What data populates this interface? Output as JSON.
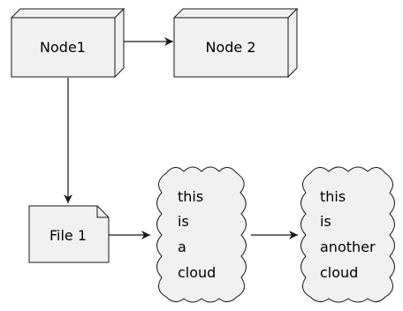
{
  "diagram": {
    "nodes": {
      "node1": {
        "label": "Node1",
        "shape": "node-3d-box"
      },
      "node2": {
        "label": "Node 2",
        "shape": "node-3d-box"
      },
      "file1": {
        "label": "File 1",
        "shape": "file-folded-corner"
      },
      "cloud1": {
        "lines": [
          "this",
          "is",
          "a",
          "cloud"
        ],
        "shape": "cloud"
      },
      "cloud2": {
        "lines": [
          "this",
          "is",
          "another",
          "cloud"
        ],
        "shape": "cloud"
      }
    },
    "edges": [
      {
        "from": "node1",
        "to": "node2"
      },
      {
        "from": "node1",
        "to": "file1"
      },
      {
        "from": "file1",
        "to": "cloud1"
      },
      {
        "from": "cloud1",
        "to": "cloud2"
      }
    ],
    "colors": {
      "fill": "#f1f1f1",
      "stroke": "#181818",
      "arrow": "#181818"
    }
  }
}
